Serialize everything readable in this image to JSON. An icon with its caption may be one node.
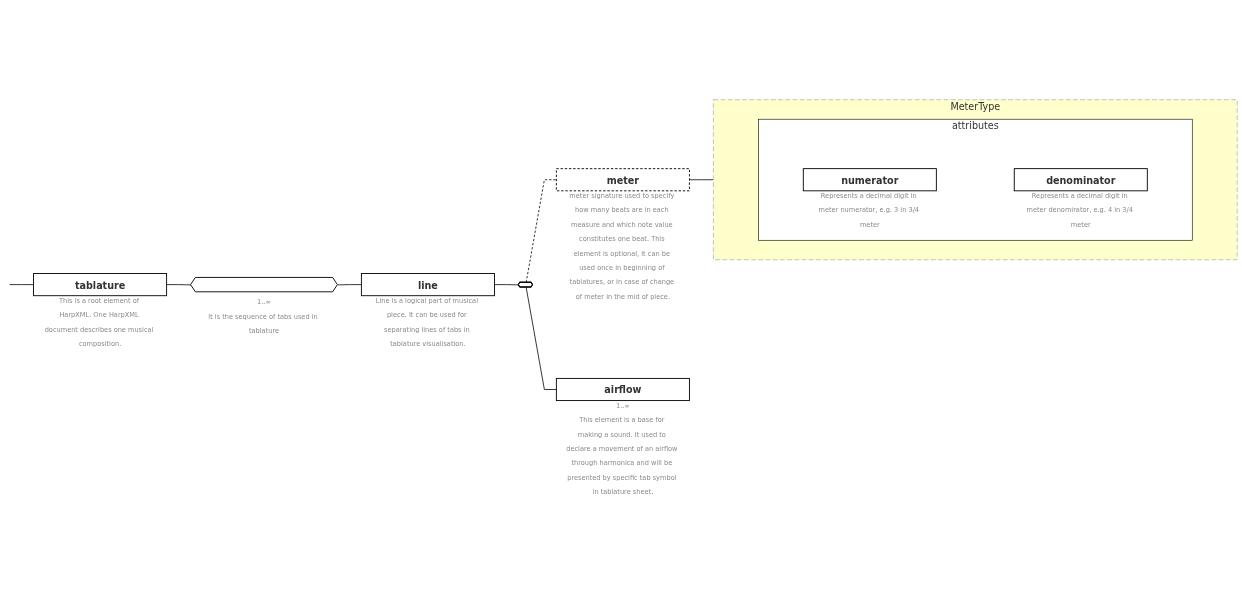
{
  "diagram": {
    "nodes": [
      {
        "text": [
          "tablature"
        ],
        "beside": [
          "This is a root element of HarpXML. One HarpXML document describes one musical composition."
        ]
      },
      {
        "text": [],
        "shape": "hexagon",
        "beside": [
          "1..∞",
          "It is the sequence of tabs used in tablature"
        ]
      },
      {
        "text": [
          "line"
        ],
        "beside": [
          "Line is a logical part of musical piece. It can be used for separating lines of tabs in tablature visualisation."
        ]
      },
      {
        "text": [],
        "shape": "hexagon"
      },
      {
        "text": [
          "meter"
        ],
        "beside": [
          "meter signature used to specify how many beats are in each measure and which note value constitutes one beat. This element is optional, it can be used once in beginning of tablatures, or in case of change of meter in the mid of piece."
        ]
      },
      {
        "text": [
          "airflow"
        ],
        "beside": [
          "1..∞",
          "This element is a base for making a sound. It used to declare a movement of an airflow through harmonica and will be presented by specific tab symbol in tablature sheet."
        ]
      },
      {
        "text": [
          "MeterType"
        ]
      },
      {
        "text": [
          "attributes"
        ],
        "in": 6
      },
      {
        "text": [
          "numerator"
        ],
        "in": 7,
        "beside": [
          "Represents a decimal digit in meter numerator, e.g. 3 in 3/4 meter"
        ]
      },
      {
        "text": [
          "denominator"
        ],
        "in": 7,
        "beside": [
          "Represents a decimal digit in meter denomirator, e.g. 4 in 3/4 meter"
        ]
      }
    ],
    "edges": [
      {
        "from": null,
        "to": 0,
        "arrow": "none"
      },
      {
        "from": 0,
        "to": 1,
        "arrow": "none"
      },
      {
        "from": 1,
        "to": 2,
        "arrow": "none"
      },
      {
        "from": 2,
        "to": 3,
        "arrow": "none"
      },
      {
        "from": 3,
        "to": 4,
        "arrow": "none",
        "style": "dashed"
      },
      {
        "from": 3,
        "to": 5,
        "arrow": "none"
      },
      {
        "from": 4,
        "to": 6,
        "arrow": "none"
      }
    ]
  }
}
